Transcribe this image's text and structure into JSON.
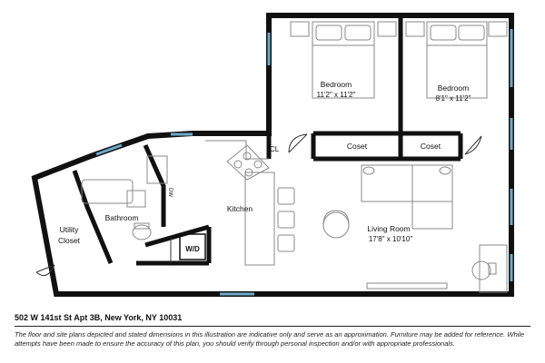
{
  "rooms": {
    "bedroom_1": {
      "name": "Bedroom",
      "dims": "11'2\" x 11'2\""
    },
    "bedroom_2": {
      "name": "Bedroom",
      "dims": "8'1\" x 11'2\""
    },
    "closet_1": {
      "name": "Coset"
    },
    "closet_2": {
      "name": "Coset"
    },
    "cl": {
      "name": "CL"
    },
    "kitchen": {
      "name": "Kitchen"
    },
    "living_room": {
      "name": "Living Room",
      "dims": "17'8\" x 10'10\""
    },
    "bathroom": {
      "name": "Bathroom"
    },
    "utility_closet": {
      "line1": "Utility",
      "line2": "Closet"
    },
    "wd": {
      "name": "W/D"
    },
    "dw": {
      "name": "DW"
    }
  },
  "footer": {
    "address": "502 W 141st St Apt 3B, New York, NY 10031",
    "disclaimer": "The floor and site plans depicted and stated dimensions in this illustration are indicative only and serve as an approximation. Furniture may be added for reference. While attempts have been made to ensure the accuracy of this plan, you should verify through personal inspection and/or with appropriate professionals."
  },
  "colors": {
    "wall": "#111111",
    "window": "#6fa8c8",
    "furniture": "#888888"
  }
}
